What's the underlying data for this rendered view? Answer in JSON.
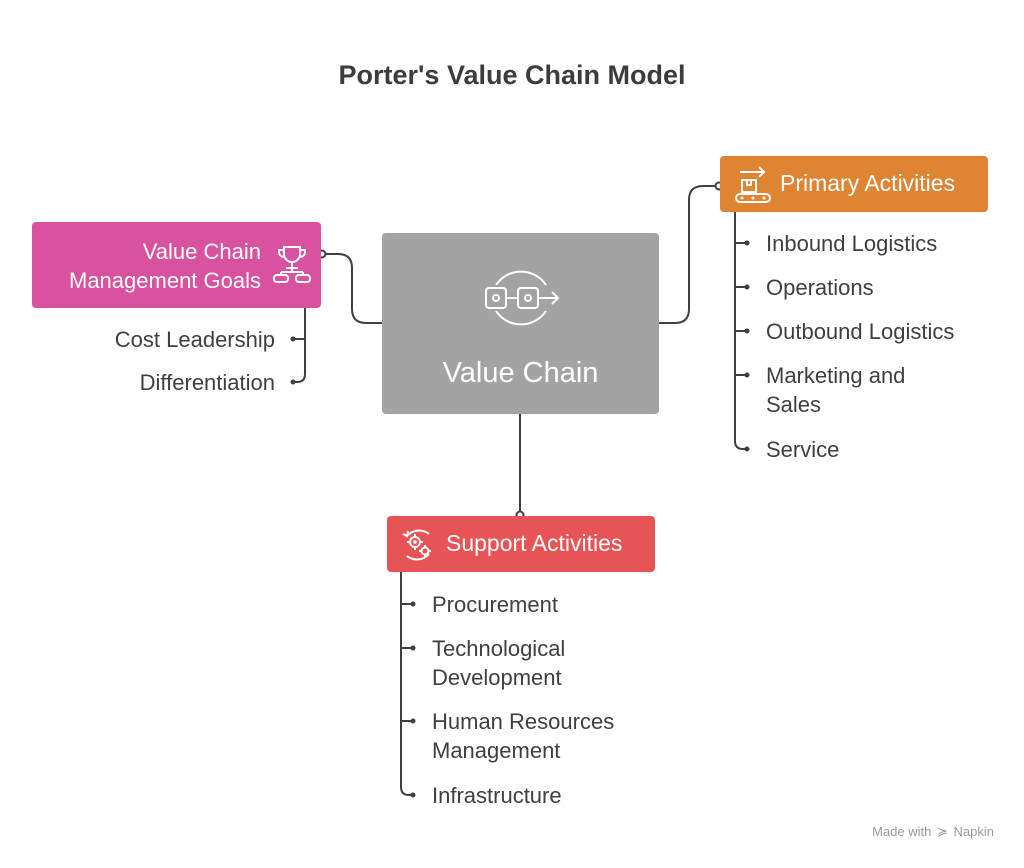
{
  "title": "Porter's Value Chain Model",
  "center": {
    "label": "Value Chain",
    "icon": "chain-link-arrow-icon"
  },
  "goals": {
    "label_line1": "Value Chain",
    "label_line2": "Management Goals",
    "icon": "trophy-flow-icon",
    "color": "#d9529f",
    "items": [
      "Cost Leadership",
      "Differentiation"
    ]
  },
  "primary": {
    "label": "Primary Activities",
    "icon": "conveyor-belt-icon",
    "color": "#de8433",
    "items": [
      {
        "line1": "Inbound Logistics",
        "line2": ""
      },
      {
        "line1": "Operations",
        "line2": ""
      },
      {
        "line1": "Outbound Logistics",
        "line2": ""
      },
      {
        "line1": "Marketing and",
        "line2": "Sales"
      },
      {
        "line1": "Service",
        "line2": ""
      }
    ]
  },
  "support": {
    "label": "Support Activities",
    "icon": "gears-cycle-icon",
    "color": "#e65456",
    "items": [
      {
        "line1": "Procurement",
        "line2": ""
      },
      {
        "line1": "Technological",
        "line2": "Development"
      },
      {
        "line1": "Human Resources",
        "line2": "Management"
      },
      {
        "line1": "Infrastructure",
        "line2": ""
      }
    ]
  },
  "footer": {
    "made_with": "Made with",
    "brand": "Napkin",
    "icon": "napkin-logo-icon"
  }
}
